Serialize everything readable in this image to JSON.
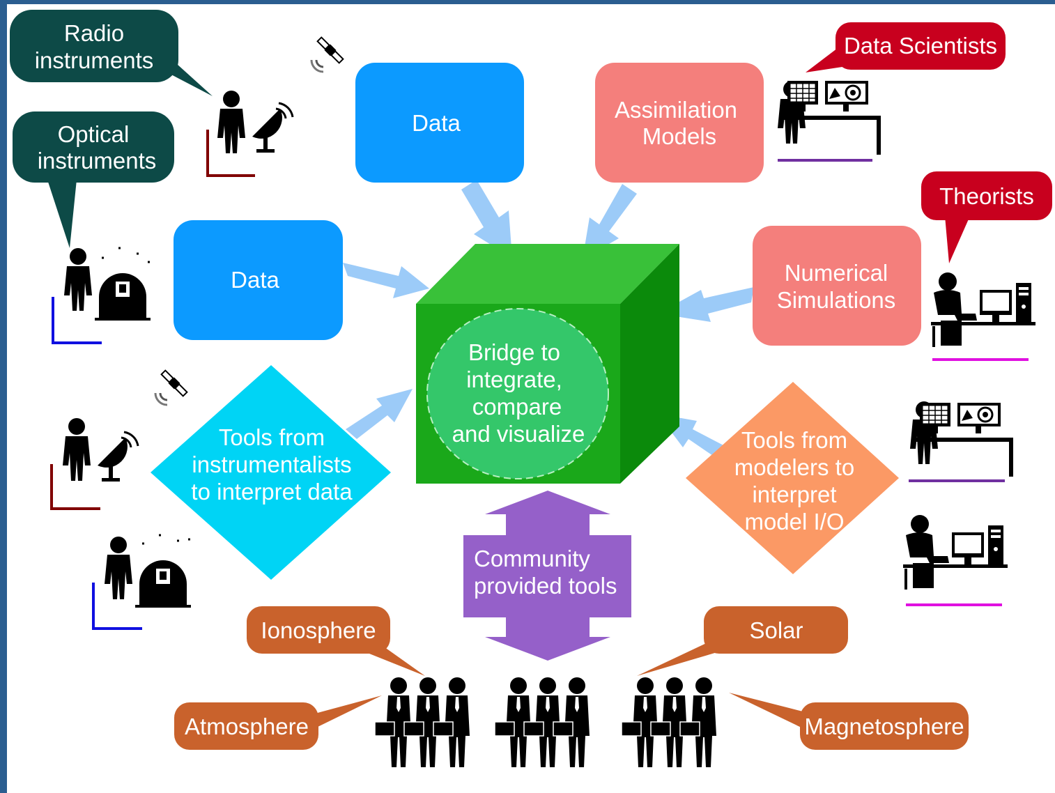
{
  "callouts": {
    "radio": [
      "Radio",
      "instruments"
    ],
    "optical": [
      "Optical",
      "instruments"
    ],
    "data_scientists": "Data Scientists",
    "theorists": "Theorists",
    "ionosphere": "Ionosphere",
    "atmosphere": "Atmosphere",
    "solar": "Solar",
    "magnetosphere": "Magnetosphere"
  },
  "boxes": {
    "data_top": "Data",
    "data_left": "Data",
    "assimilation": [
      "Assimilation",
      "Models"
    ],
    "numerical": [
      "Numerical",
      "Simulations"
    ],
    "tools_instrumentalists": [
      "Tools from",
      "instrumentalists",
      "to interpret data"
    ],
    "tools_modelers": [
      "Tools from",
      "modelers to",
      "interpret",
      "model I/O"
    ],
    "community": [
      "Community",
      "provided tools"
    ]
  },
  "hub": {
    "lines": [
      "Bridge to",
      "integrate,",
      "compare",
      "and visualize"
    ]
  },
  "colors": {
    "callout_dark_teal": "#0d4a47",
    "callout_red": "#c8001e",
    "callout_orange": "#c9622c",
    "data_blue": "#0c9aff",
    "model_pink": "#f47f7c",
    "tools_cyan": "#00d4f5",
    "tools_orange": "#fb9965",
    "community_purple": "#9560c9",
    "cube_green": "#1aa81a",
    "arrow_blue": "#9ccbf8"
  }
}
